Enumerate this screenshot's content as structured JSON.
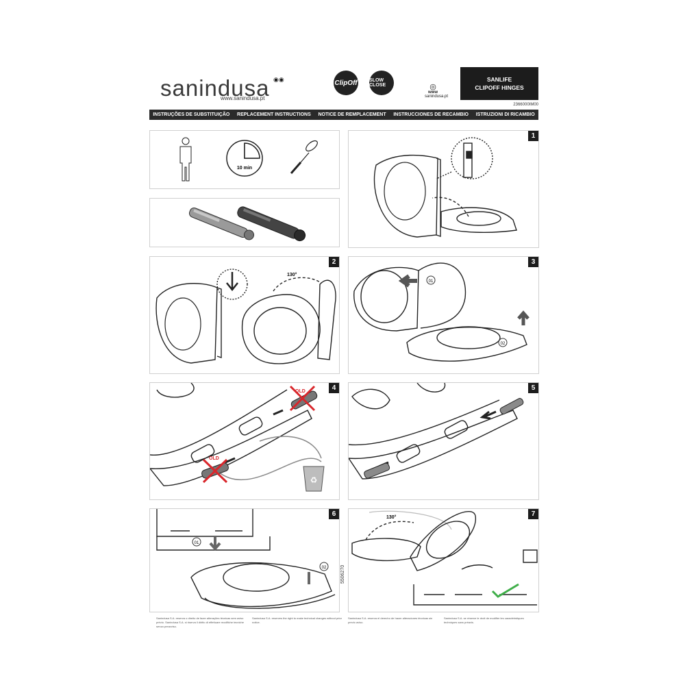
{
  "header": {
    "brand": "sanindusa",
    "url": "www.sanindusa.pt",
    "badge_clipoff": "ClipOff",
    "badge_slowclose": "SLOW CLOSE",
    "www_label": "www",
    "www_sub": "sanindusa.pt",
    "product_line1": "SANLIFE",
    "product_line2": "CLIPOFF HINGES",
    "product_code": "2366000IM00"
  },
  "languages": [
    "INSTRUÇÕES DE SUBSTITUIÇÃO",
    "REPLACEMENT INSTRUCTIONS",
    "NOTICE DE REMPLACEMENT",
    "INSTRUCCIONES DE RECAMBIO",
    "ISTRUZIONI DI RICAMBIO"
  ],
  "steps": {
    "tools_time": "10 min",
    "s1": "1",
    "s2": "2",
    "s3": "3",
    "s4": "4",
    "s5": "5",
    "s6": "6",
    "s7": "7",
    "angle2": "130°",
    "angle7": "130°",
    "old_label": "OLD",
    "marker01": "01",
    "marker02": "02"
  },
  "footer": {
    "col1": "Sanindusa S.A. reserva o direito de fazer alterações técnicas sem aviso prévio. Sanindusa S.A. si riserva il diritto di effettuare modifiche tecniche senza preavviso.",
    "col2": "Sanindusa S.A. reserves the right to make technical changes without prior notice.",
    "col3": "Sanindusa S.A. reserva el derecho de hacer alteraciones técnicas sin previo aviso.",
    "col4": "Sanindusa S.A. se réserve le droit de modifier les caractéristiques techniques sans préavis.",
    "side_code": "5506270"
  },
  "colors": {
    "dark": "#1c1c1c",
    "accent_red": "#d9262b",
    "check_green": "#3fae49"
  }
}
